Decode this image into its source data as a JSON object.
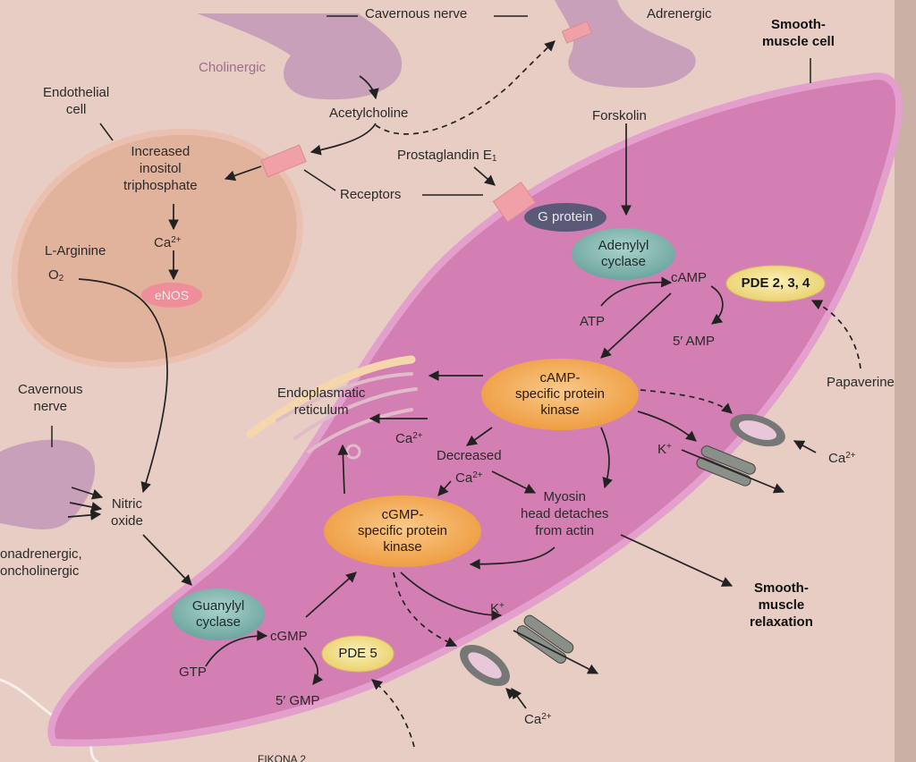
{
  "labels": {
    "cavernous_nerve_top": "Cavernous nerve",
    "adrenergic": "Adrenergic",
    "smooth_muscle_cell": "Smooth-\nmuscle cell",
    "cholinergic": "Cholinergic",
    "endothelial_cell": "Endothelial\ncell",
    "acetylcholine": "Acetylcholine",
    "forskolin": "Forskolin",
    "increased_ip3": "Increased\ninositol\ntriphosphate",
    "prostaglandin": "Prostaglandin E",
    "prostaglandin_sub": "1",
    "receptors": "Receptors",
    "ca_base": "Ca",
    "ca_charge": "2+",
    "l_arginine": "L-Arginine",
    "o2_base": "O",
    "o2_sub": "2",
    "camp": "cAMP",
    "atp": "ATP",
    "five_amp": "5′ AMP",
    "papaverine": "Papaverine",
    "cavernous_nerve_left": "Cavernous\nnerve",
    "endoplasmatic_reticulum": "Endoplasmatic\nreticulum",
    "decreased": "Decreased",
    "k_base": "K",
    "k_charge": "+",
    "myosin": "Myosin\nhead detaches\nfrom actin",
    "nitric_oxide": "Nitric\noxide",
    "nonadrenergic": "onadrenergic,\noncholinergic",
    "smooth_muscle_relaxation": "Smooth-\nmuscle\nrelaxation",
    "cgmp": "cGMP",
    "gtp": "GTP",
    "five_gmp": "5′ GMP",
    "caption": "FIKONA 2"
  },
  "nodes": {
    "g_protein": "G protein",
    "adenylyl_cyclase": "Adenylyl\ncyclase",
    "pde234": "PDE 2, 3, 4",
    "enos": "eNOS",
    "camp_kinase": "cAMP-\nspecific protein\nkinase",
    "cgmp_kinase": "cGMP-\nspecific protein\nkinase",
    "guanylyl_cyclase": "Guanylyl\ncyclase",
    "pde5": "PDE 5"
  },
  "colors": {
    "background": "#e7cdc3",
    "smooth_muscle": "#d47fb4",
    "endothelial": "#e2b39c",
    "kinase": "#f0a042",
    "cyclase": "#7fb3ad",
    "pde": "#f1dc82",
    "g_protein": "#5a5a78",
    "nerve": "#c9a0ba",
    "receptor": "#f0a0a6"
  }
}
